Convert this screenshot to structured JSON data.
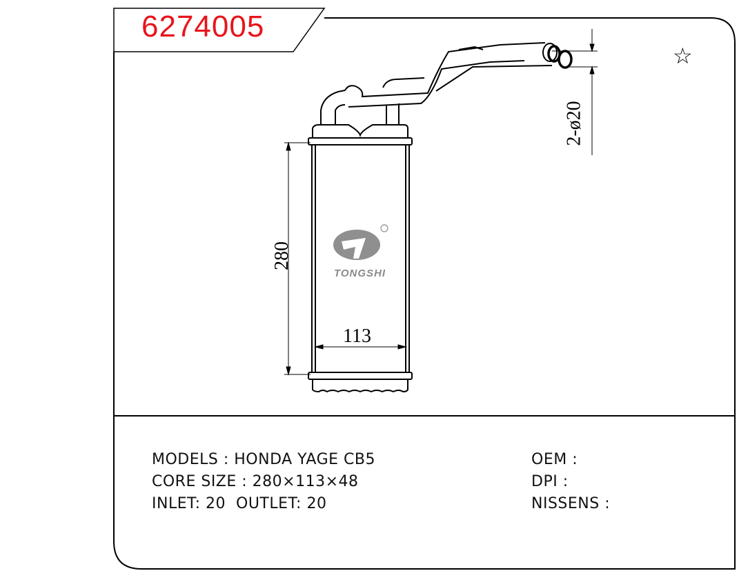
{
  "part_number": "6274005",
  "favorite_icon": "star-outline-icon",
  "dimensions": {
    "height": "280",
    "width": "113",
    "pipes": "2-ø20"
  },
  "brand": {
    "name": "TONGSHI",
    "registered": "®"
  },
  "specs": {
    "models": "MODELS : HONDA YAGE CB5",
    "core_size": "CORE SIZE : 280×113×48",
    "inlet_outlet": "INLET: 20  OUTLET: 20",
    "oem": "OEM :",
    "dpi": "DPI :",
    "nissens": "NISSENS :"
  }
}
